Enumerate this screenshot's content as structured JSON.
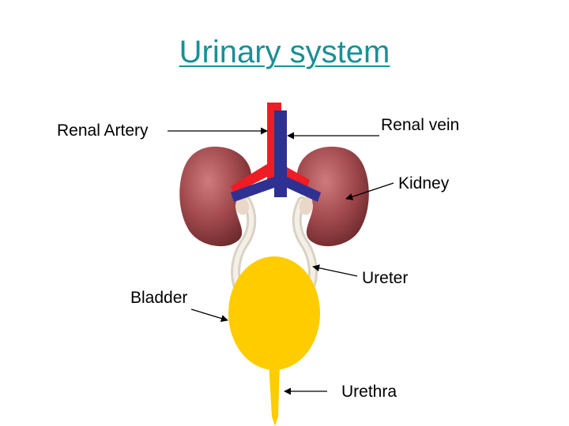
{
  "title": "Urinary system",
  "labels": {
    "renal_artery": "Renal Artery",
    "renal_vein": "Renal vein",
    "kidney": "Kidney",
    "ureter": "Ureter",
    "bladder": "Bladder",
    "urethra": "Urethra"
  },
  "colors": {
    "title": "#1a8f94",
    "artery": "#ee1c24",
    "vein": "#2e3192",
    "kidney": "#a24a4e",
    "kidney_highlight": "#c96f72",
    "ureter": "#e9e3d6",
    "bladder": "#ffcc00",
    "arrow": "#000000"
  }
}
